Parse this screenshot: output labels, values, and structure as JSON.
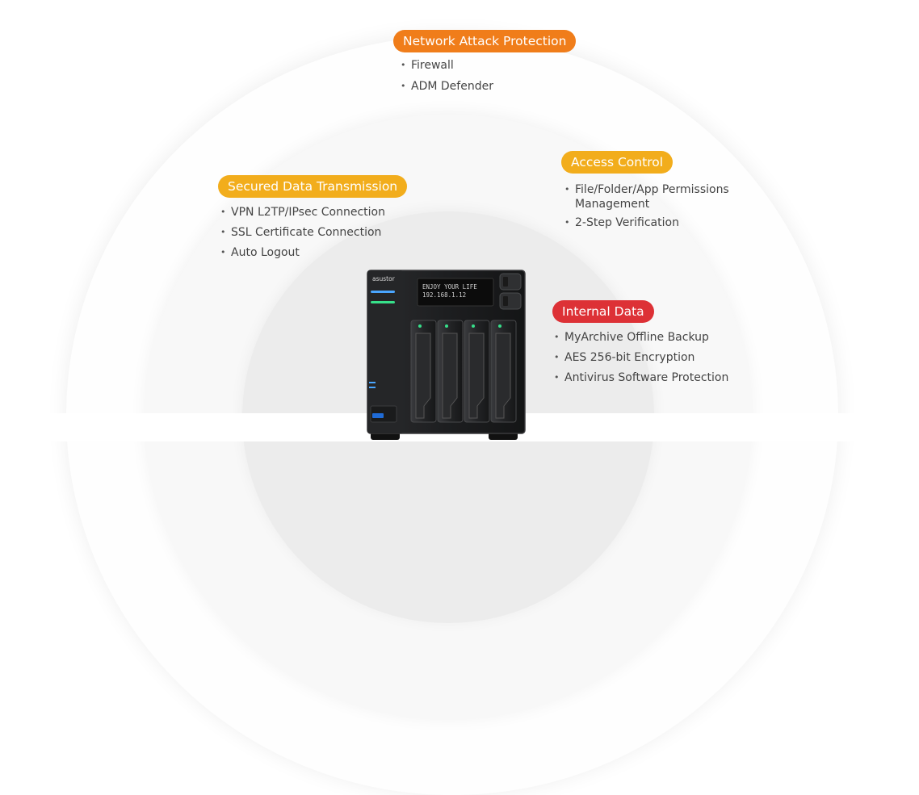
{
  "groups": {
    "network": {
      "title": "Network Attack Protection",
      "items": [
        "Firewall",
        "ADM Defender"
      ]
    },
    "access": {
      "title": "Access Control",
      "items": [
        "File/Folder/App Permissions",
        "Management",
        "2-Step Verification"
      ]
    },
    "secured": {
      "title": "Secured Data Transmission",
      "items": [
        "VPN  L2TP/IPsec Connection",
        "SSL Certificate Connection",
        "Auto Logout"
      ]
    },
    "internal": {
      "title": "Internal Data",
      "items": [
        "MyArchive Offline Backup",
        "AES 256-bit Encryption",
        "Antivirus Software Protection"
      ]
    }
  },
  "device": {
    "brand": "asustor",
    "lcd_line1": "ENJOY YOUR LIFE",
    "lcd_line2": "192.168.1.12"
  },
  "colors": {
    "orange": "#f07d1a",
    "yellow": "#f2ad1c",
    "red": "#dd3136"
  }
}
